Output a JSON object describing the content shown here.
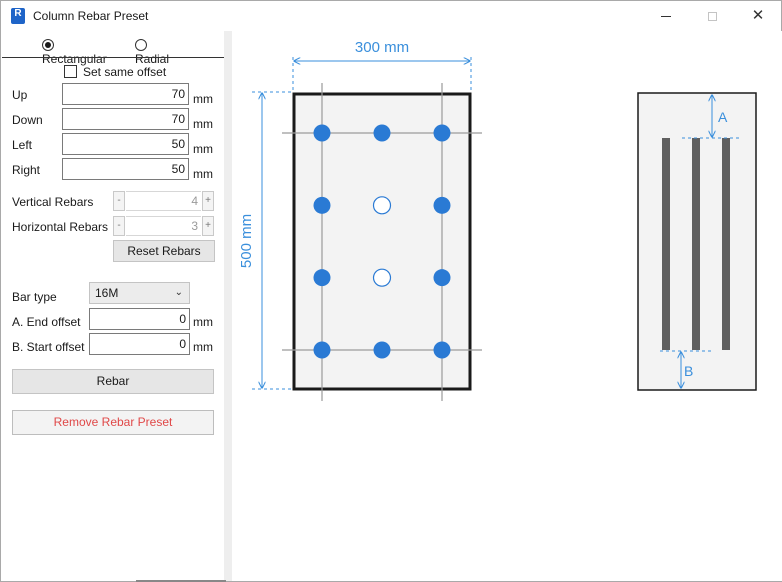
{
  "window": {
    "title": "Column Rebar Preset",
    "app_icon": "R"
  },
  "shape": {
    "options": [
      "Rectangular",
      "Radial"
    ],
    "selected": "Rectangular"
  },
  "same_offset": {
    "label": "Set same offset",
    "checked": false
  },
  "offsets": [
    {
      "label": "Up",
      "value": "70",
      "unit": "mm"
    },
    {
      "label": "Down",
      "value": "70",
      "unit": "mm"
    },
    {
      "label": "Left",
      "value": "50",
      "unit": "mm"
    },
    {
      "label": "Right",
      "value": "50",
      "unit": "mm"
    }
  ],
  "rebars": {
    "vertical_label": "Vertical Rebars",
    "vertical_value": "4",
    "horizontal_label": "Horizontal Rebars",
    "horizontal_value": "3",
    "minus": "-",
    "plus": "+",
    "reset_label": "Reset Rebars"
  },
  "bar": {
    "type_label": "Bar type",
    "type_value": "16M",
    "end_label": "A. End offset",
    "end_value": "0",
    "start_label": "B. Start offset",
    "start_value": "0",
    "unit": "mm"
  },
  "actions": {
    "rebar_label": "Rebar",
    "remove_label": "Remove Rebar Preset"
  },
  "drawing": {
    "width_label": "300 mm",
    "height_label": "500 mm",
    "section_grid": {
      "columns": 3,
      "rows": 4,
      "hollow": [
        [
          1,
          1
        ],
        [
          2,
          1
        ]
      ]
    },
    "elevation": {
      "bar_count": 3,
      "label_a": "A",
      "label_b": "B"
    },
    "accent": "#2a7ad4",
    "dim_color": "#3a8fdc",
    "grid_color": "#9a9a9a",
    "outline_color": "#1a1a1a"
  },
  "icons": {
    "minimize": "minimize-icon",
    "maximize": "maximize-icon",
    "close": "close-icon",
    "dropdown": "chevron-down-icon"
  },
  "glyphs": {
    "close": "✕",
    "chevron": "⌄"
  }
}
